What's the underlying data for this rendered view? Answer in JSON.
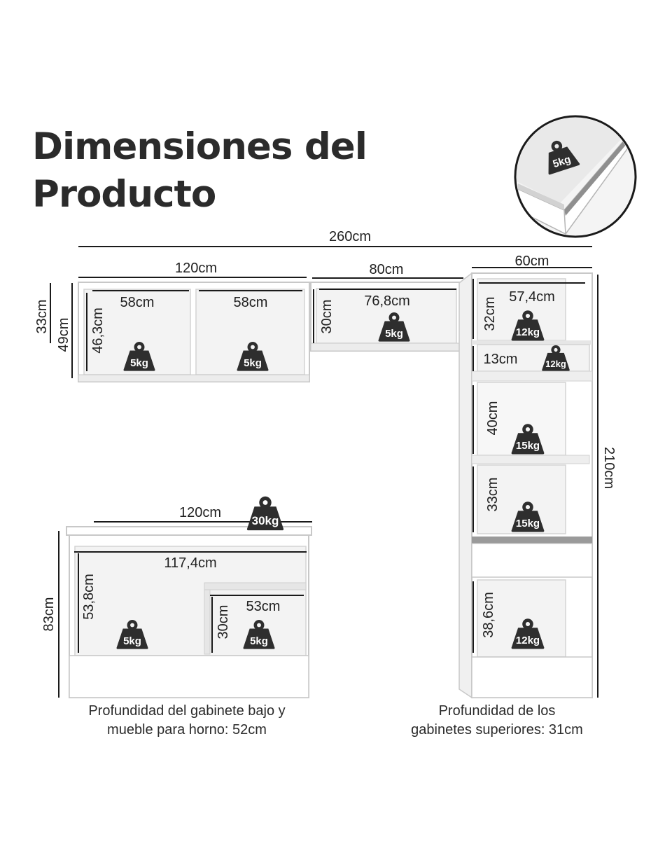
{
  "title": {
    "line1": "Dimensiones del",
    "line2": "Producto"
  },
  "dimensions": {
    "total_width": "260cm",
    "upper_double_width": "120cm",
    "upper_middle_width": "80cm",
    "tall_width": "60cm",
    "upper_outer_height": "33cm",
    "upper_total_height": "49cm",
    "niche_1_width": "58cm",
    "niche_2_width": "58cm",
    "niche_height": "46,3cm",
    "middle_inner_width": "76,8cm",
    "middle_inner_height": "30cm",
    "tall_inner_width": "57,4cm",
    "tall_top_height": "32cm",
    "tall_shelf_gap": "13cm",
    "tall_mid_height": "40cm",
    "tall_lower_niche_height": "33cm",
    "tall_bottom_height": "38,6cm",
    "tall_total_height": "210cm",
    "base_width": "120cm",
    "base_inner_width": "117,4cm",
    "base_inner_height": "53,8cm",
    "base_shelf_width": "53cm",
    "base_shelf_height": "30cm",
    "base_height": "83cm"
  },
  "loads": {
    "drawer_inset": "5kg",
    "upper_left_1": "5kg",
    "upper_left_2": "5kg",
    "upper_middle": "5kg",
    "tall_top": "12kg",
    "tall_small": "12kg",
    "tall_mid": "15kg",
    "tall_lower": "15kg",
    "tall_bottom": "12kg",
    "base_top": "30kg",
    "base_left": "5kg",
    "base_right": "5kg"
  },
  "captions": {
    "base_line1": "Profundidad del gabinete bajo y",
    "base_line2": "mueble para horno: 52cm",
    "upper_line1": "Profundidad de los",
    "upper_line2": "gabinetes superiores: 31cm"
  },
  "colors": {
    "text": "#2b2b2b",
    "badge": "#2e2e2e",
    "furniture_edge": "#c8c8c8",
    "shelf_fill": "#f3f3f3",
    "countertop": "#9a9a9a"
  }
}
